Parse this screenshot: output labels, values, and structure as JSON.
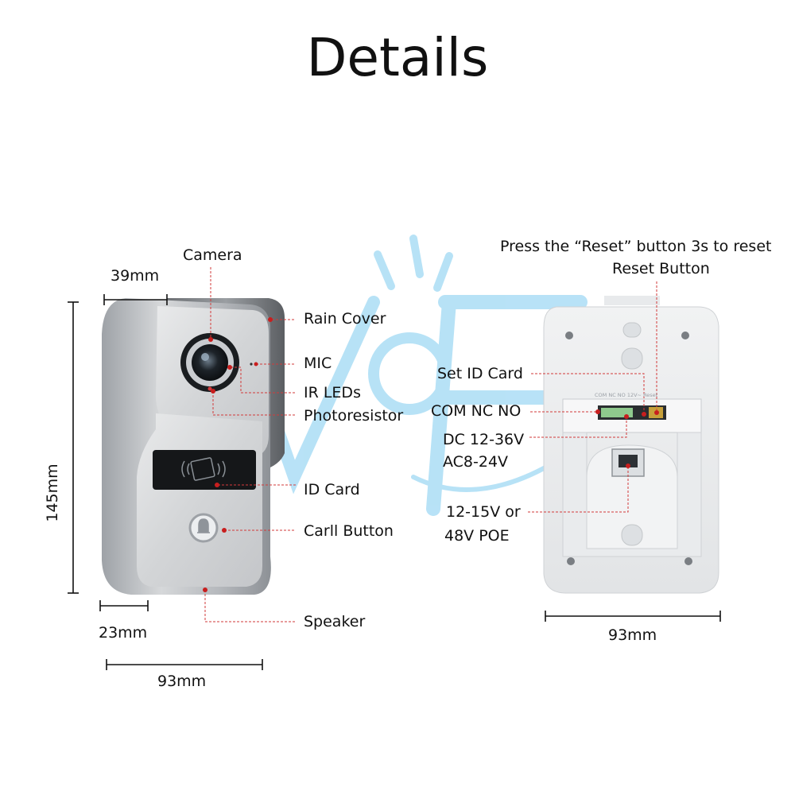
{
  "title": "Details",
  "front": {
    "labels": {
      "camera": "Camera",
      "rain_cover": "Rain Cover",
      "mic": "MIC",
      "ir_leds": "IR LEDs",
      "photoresistor": "Photoresistor",
      "id_card": "ID Card",
      "call_button": "Carll Button",
      "speaker": "Speaker"
    },
    "dimensions": {
      "depth_top": "39mm",
      "height": "145mm",
      "depth_bottom": "23mm",
      "width": "93mm"
    }
  },
  "back": {
    "labels": {
      "reset_note": "Press the “Reset” button 3s to reset",
      "reset_button": "Reset Button",
      "set_id_card": "Set ID Card",
      "com_nc_no": "COM NC NO",
      "dc": "DC 12-36V",
      "ac": "AC8-24V",
      "poe_line1": "12-15V or",
      "poe_line2": "48V POE"
    },
    "dimensions": {
      "width": "93mm"
    },
    "terminal_text": "COM NC NO   12V~   Reset"
  },
  "colors": {
    "leader": "#d23a3a",
    "leader_dot": "#c81e1e",
    "dimension": "#111111",
    "watermark": "#7ecbf0",
    "housing": "#b9bcc0",
    "panel": "#dcdddf",
    "back_panel": "#eceef0"
  },
  "icons": {
    "camera_lens": "camera-lens-icon",
    "card_reader": "contactless-card-icon",
    "bell": "bell-icon",
    "rj45": "ethernet-port-icon",
    "watermark": "vf-logo-watermark"
  }
}
